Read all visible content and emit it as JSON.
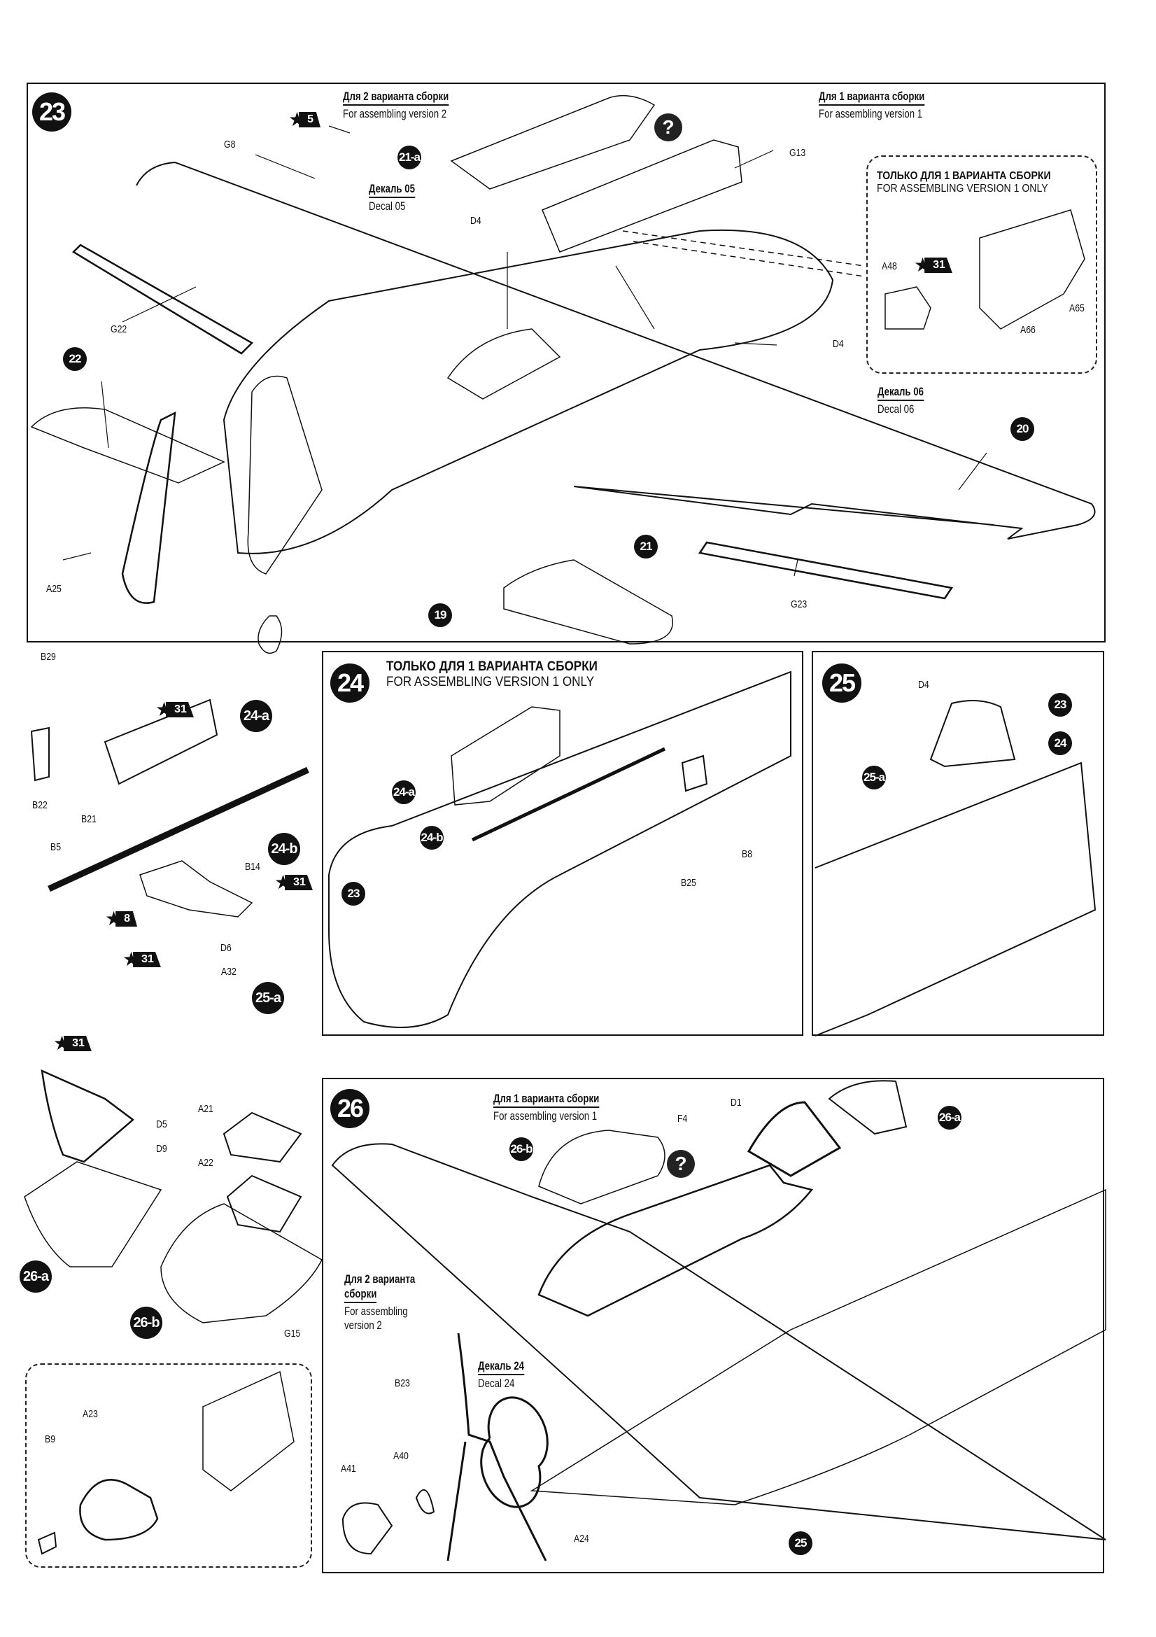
{
  "document": {
    "type": "model kit assembly instructions page",
    "steps": [
      {
        "number": "23",
        "notes": [
          {
            "ru": "Для 2 варианта сборки",
            "en": "For assembling version 2"
          },
          {
            "ru": "Для 1 варианта сборки",
            "en": "For assembling version 1"
          },
          {
            "ru": "Декаль 05",
            "en": "Decal 05"
          },
          {
            "ru": "Декаль 06",
            "en": "Decal 06"
          }
        ],
        "inset": {
          "ru": "ТОЛЬКО ДЛЯ 1 ВАРИАНТА СБОРКИ",
          "en": "FOR ASSEMBLING VERSION 1 ONLY"
        },
        "parts": [
          "G8",
          "G13",
          "D4",
          "D4",
          "G22",
          "A25",
          "G23",
          "A48",
          "A65",
          "A66"
        ],
        "refs": [
          "21-a",
          "22",
          "20",
          "21",
          "19"
        ],
        "paints": [
          "5",
          "31"
        ],
        "unknown_marker": "?"
      },
      {
        "number": "24",
        "header": {
          "ru": "ТОЛЬКО ДЛЯ 1 ВАРИАНТА СБОРКИ",
          "en": "FOR ASSEMBLING VERSION 1 ONLY"
        },
        "parts": [
          "B8",
          "B25"
        ],
        "refs": [
          "24-a",
          "24-b",
          "23"
        ]
      },
      {
        "number": "25",
        "parts": [
          "D4"
        ],
        "refs": [
          "25-a",
          "23",
          "24"
        ]
      },
      {
        "number": "26",
        "notes": [
          {
            "ru": "Для 1 варианта сборки",
            "en": "For assembling version 1"
          },
          {
            "ru": "Для 2 варианта сборки",
            "en": "For assembling version 2"
          },
          {
            "ru": "Декаль 24",
            "en": "Decal 24"
          }
        ],
        "parts": [
          "F4",
          "D1",
          "B23",
          "A41",
          "A40",
          "A24"
        ],
        "refs": [
          "26-b",
          "26-a",
          "25"
        ],
        "unknown_marker": "?"
      }
    ],
    "subassemblies": [
      {
        "id": "24-a",
        "parts": [
          "B29",
          "B22",
          "B21"
        ],
        "paint": "31"
      },
      {
        "id": "24-b",
        "parts": [
          "B5",
          "B14"
        ],
        "paints": [
          "31",
          "8"
        ]
      },
      {
        "id": "25-a",
        "parts": [
          "D6",
          "A32"
        ],
        "paint": "31"
      },
      {
        "id": "26-a",
        "parts": [
          "D5",
          "D9"
        ],
        "paint": "31"
      },
      {
        "id": "26-b",
        "parts": [
          "A21",
          "A22",
          "G15"
        ]
      },
      {
        "id": "propeller-inset",
        "parts": [
          "A23",
          "B9"
        ]
      }
    ]
  },
  "labels": {
    "s23": "23",
    "s24": "24",
    "s25": "25",
    "s26": "26",
    "v2_ru": "Для 2 варианта сборки",
    "v2_en": "For assembling version 2",
    "v1_ru": "Для 1 варианта сборки",
    "v1_en": "For assembling version 1",
    "d05_ru": "Декаль 05",
    "d05_en": "Decal 05",
    "d06_ru": "Декаль 06",
    "d06_en": "Decal 06",
    "d24_ru": "Декаль 24",
    "d24_en": "Decal 24",
    "only_ru": "ТОЛЬКО ДЛЯ 1 ВАРИАНТА СБОРКИ",
    "only_en": "FOR ASSEMBLING VERSION 1 ONLY",
    "v2b_ru1": "Для 2 варианта",
    "v2b_ru2": "сборки",
    "v2b_en1": "For assembling",
    "v2b_en2": "version 2",
    "G8": "G8",
    "G13": "G13",
    "D4": "D4",
    "G22": "G22",
    "A25": "A25",
    "G23": "G23",
    "A48": "A48",
    "A65": "A65",
    "A66": "A66",
    "B29": "B29",
    "B22": "B22",
    "B21": "B21",
    "B5": "B5",
    "B14": "B14",
    "D6": "D6",
    "A32": "A32",
    "B8": "B8",
    "B25": "B25",
    "D5": "D5",
    "D9": "D9",
    "A21": "A21",
    "A22": "A22",
    "G15": "G15",
    "F4": "F4",
    "D1": "D1",
    "B23": "B23",
    "A41": "A41",
    "A40": "A40",
    "A24": "A24",
    "A23": "A23",
    "B9": "B9",
    "r21a": "21-a",
    "r22": "22",
    "r20": "20",
    "r21": "21",
    "r19": "19",
    "r24a": "24-a",
    "r24b": "24-b",
    "r25a": "25-a",
    "r26a": "26-a",
    "r26b": "26-b",
    "r23": "23",
    "r24": "24",
    "r25": "25",
    "p5": "5",
    "p31": "31",
    "p8": "8",
    "q": "?"
  }
}
